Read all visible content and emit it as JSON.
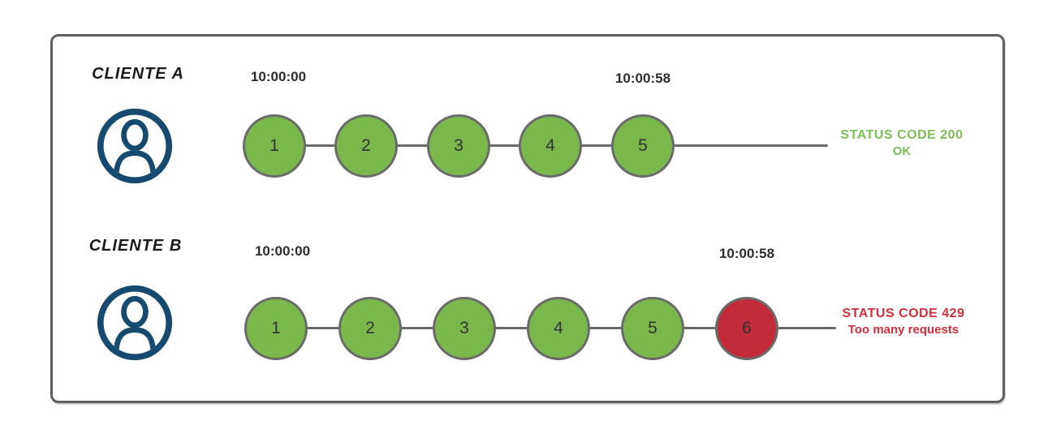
{
  "colors": {
    "request_ok_green": "#7ab84c",
    "request_blocked_red": "#c42b3a",
    "status_ok_text": "#7cbf55",
    "status_error_text": "#d52e3c",
    "avatar_blue": "#164a6e",
    "line_gray": "#6a6a6a",
    "frame_border_gray": "#5f5f5f"
  },
  "clients": [
    {
      "name": "CLIENTE A",
      "window_start": "10:00:00",
      "window_end": "10:00:58",
      "requests": [
        {
          "label": "1",
          "state": "ok"
        },
        {
          "label": "2",
          "state": "ok"
        },
        {
          "label": "3",
          "state": "ok"
        },
        {
          "label": "4",
          "state": "ok"
        },
        {
          "label": "5",
          "state": "ok"
        }
      ],
      "status": {
        "code_line": "STATUS CODE 200",
        "message_line": "OK"
      }
    },
    {
      "name": "CLIENTE B",
      "window_start": "10:00:00",
      "window_end": "10:00:58",
      "requests": [
        {
          "label": "1",
          "state": "ok"
        },
        {
          "label": "2",
          "state": "ok"
        },
        {
          "label": "3",
          "state": "ok"
        },
        {
          "label": "4",
          "state": "ok"
        },
        {
          "label": "5",
          "state": "ok"
        },
        {
          "label": "6",
          "state": "rate-limited"
        }
      ],
      "status": {
        "code_line": "STATUS CODE 429",
        "message_line": "Too many requests"
      }
    }
  ]
}
